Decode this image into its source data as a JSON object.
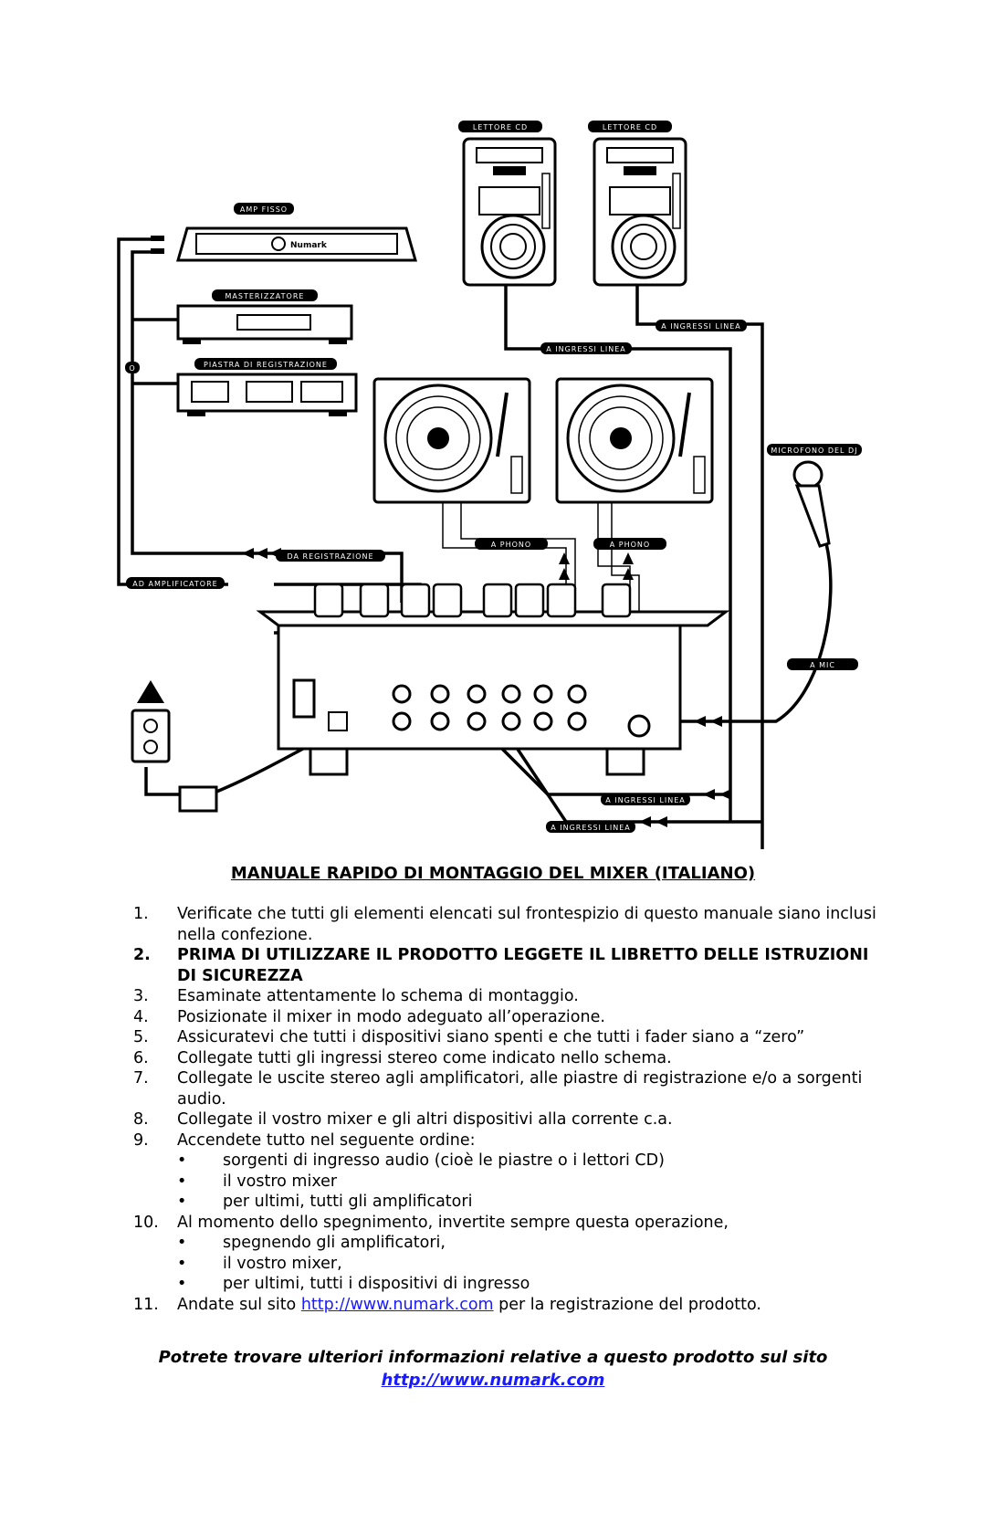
{
  "diagram": {
    "labels": {
      "lettore_cd_1": "LETTORE CD",
      "lettore_cd_2": "LETTORE CD",
      "amp_fisso": "AMP FISSO",
      "masterizzatore": "MASTERIZZATORE",
      "o": "O",
      "piastra": "PIASTRA DI REGISTRAZIONE",
      "ingressi_linea_top": "A INGRESSI  LINEA",
      "ingressi_linea_mid": "A INGRESSI  LINEA",
      "microfono": "MICROFONO DEL DJ",
      "da_registrazione": "DA REGISTRAZIONE",
      "phono_1": "A PHONO",
      "phono_2": "A PHONO",
      "ad_amplificatore": "AD AMPLIFICATORE",
      "a_mic": "A MIC",
      "ingressi_linea_b1": "A INGRESSI  LINEA",
      "ingressi_linea_b2": "A INGRESSI  LINEA"
    },
    "brand": "Numark"
  },
  "manual": {
    "title": "MANUALE RAPIDO DI MONTAGGIO DEL MIXER (ITALIANO)",
    "steps": [
      {
        "num": "1.",
        "text": "Verificate che tutti gli elementi elencati sul frontespizio di questo manuale siano inclusi nella confezione."
      },
      {
        "num": "2.",
        "text": "PRIMA DI UTILIZZARE IL PRODOTTO LEGGETE IL LIBRETTO DELLE ISTRUZIONI DI SICUREZZA"
      },
      {
        "num": "3.",
        "text": "Esaminate attentamente lo schema di montaggio."
      },
      {
        "num": "4.",
        "text": "Posizionate il mixer in modo adeguato all’operazione."
      },
      {
        "num": "5.",
        "text": "Assicuratevi che tutti i dispositivi siano spenti e che tutti i fader siano a “zero”"
      },
      {
        "num": "6.",
        "text": "Collegate tutti gli ingressi stereo come indicato nello schema."
      },
      {
        "num": "7.",
        "text": "Collegate le uscite stereo agli amplificatori, alle piastre di registrazione e/o a sorgenti audio."
      },
      {
        "num": "8.",
        "text": "Collegate il vostro mixer e gli altri dispositivi alla corrente c.a."
      },
      {
        "num": "9.",
        "text": "Accendete tutto nel seguente ordine:"
      },
      {
        "num": "10.",
        "text": "Al momento dello spegnimento, invertite sempre questa operazione,"
      },
      {
        "num": "11.",
        "before": "Andate sul sito ",
        "link": "http://www.numark.com",
        "after": " per la registrazione del prodotto."
      }
    ],
    "bullets_on": [
      "sorgenti di ingresso audio (cioè le piastre o i lettori CD)",
      "il vostro mixer",
      "per ultimi, tutti gli amplificatori"
    ],
    "bullets_off": [
      "spegnendo gli amplificatori,",
      "il vostro mixer,",
      "per ultimi, tutti i dispositivi di ingresso"
    ],
    "bullet_symbol": "•"
  },
  "footer": {
    "text": "Potrete trovare ulteriori informazioni relative a questo prodotto sul sito",
    "link": "http://www.numark.com"
  }
}
